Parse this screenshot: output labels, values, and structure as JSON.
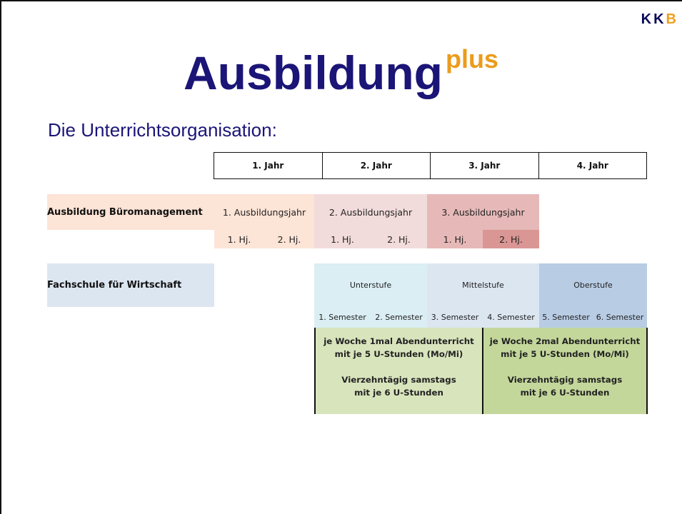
{
  "logo": {
    "k1": "K",
    "k2": "K",
    "b": "B"
  },
  "title": {
    "main": "Ausbildung",
    "sup": "plus"
  },
  "subtitle": "Die Unterrichtsorganisation:",
  "years": [
    "1. Jahr",
    "2. Jahr",
    "3. Jahr",
    "4. Jahr"
  ],
  "ausbildung": {
    "label": "Ausbildung Büromanagement",
    "years": [
      "1. Ausbildungsjahr",
      "2. Ausbildungsjahr",
      "3. Ausbildungsjahr"
    ],
    "halves": [
      "1. Hj.",
      "2. Hj.",
      "1. Hj.",
      "2. Hj.",
      "1. Hj.",
      "2. Hj."
    ]
  },
  "fachschule": {
    "label": "Fachschule für Wirtschaft",
    "stufen": [
      "Unterstufe",
      "Mittelstufe",
      "Oberstufe"
    ],
    "semester": [
      "1. Semester",
      "2. Semester",
      "3. Semester",
      "4. Semester",
      "5. Semester",
      "6. Semester"
    ]
  },
  "schedule": [
    {
      "line1": "je Woche 1mal Abendunterricht",
      "line2": "mit je 5 U-Stunden (Mo/Mi)",
      "line3": "Vierzehntägig samstags",
      "line4": "mit je 6 U-Stunden"
    },
    {
      "line1": "je Woche 2mal Abendunterricht",
      "line2": "mit je 5 U-Stunden (Mo/Mi)",
      "line3": "Vierzehntägig samstags",
      "line4": "mit je 6 U-Stunden"
    }
  ],
  "colors": {
    "title": "#1b1577",
    "accent": "#eb9c1c",
    "peach": "#fce4d6",
    "pink1": "#f2dcdb",
    "pink2": "#e6b9b8",
    "pink3": "#da9694",
    "lightblue": "#daeef3",
    "blue2": "#dce6f1",
    "blue3": "#b8cce4",
    "green1": "#d8e4bc",
    "green2": "#c4d79b"
  }
}
